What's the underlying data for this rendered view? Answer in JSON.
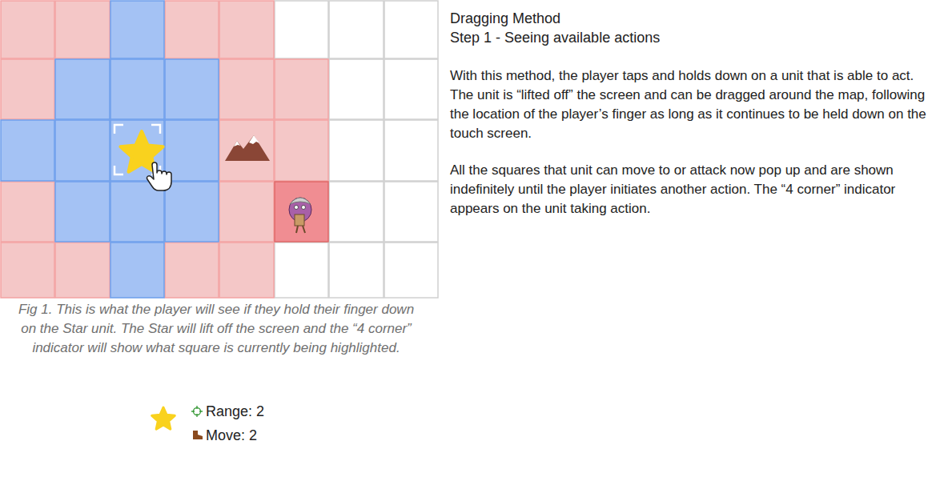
{
  "diagram": {
    "title": "Dragging Method",
    "caption": "Fig 1. This is what the player will see if they hold their finger down on the Star unit. The Star will lift off the screen and the “4 corner” indicator will show what square is currently being highlighted.",
    "labels": [
      "Step 1 - Seeing available actions",
      "With this method, the player taps and holds down on a unit that is able to act. The unit is “lifted off” the screen and can be dragged around the map, following the location of the player’s finger as long as it continues to be held down on the touch screen.",
      "All the squares that unit can move to or attack now pop up and are shown indefinitely until the player initiates another action. The “4 corner” indicator appears on the unit taking action.",
      "Range: 2",
      "Move: 2"
    ]
  }
}
